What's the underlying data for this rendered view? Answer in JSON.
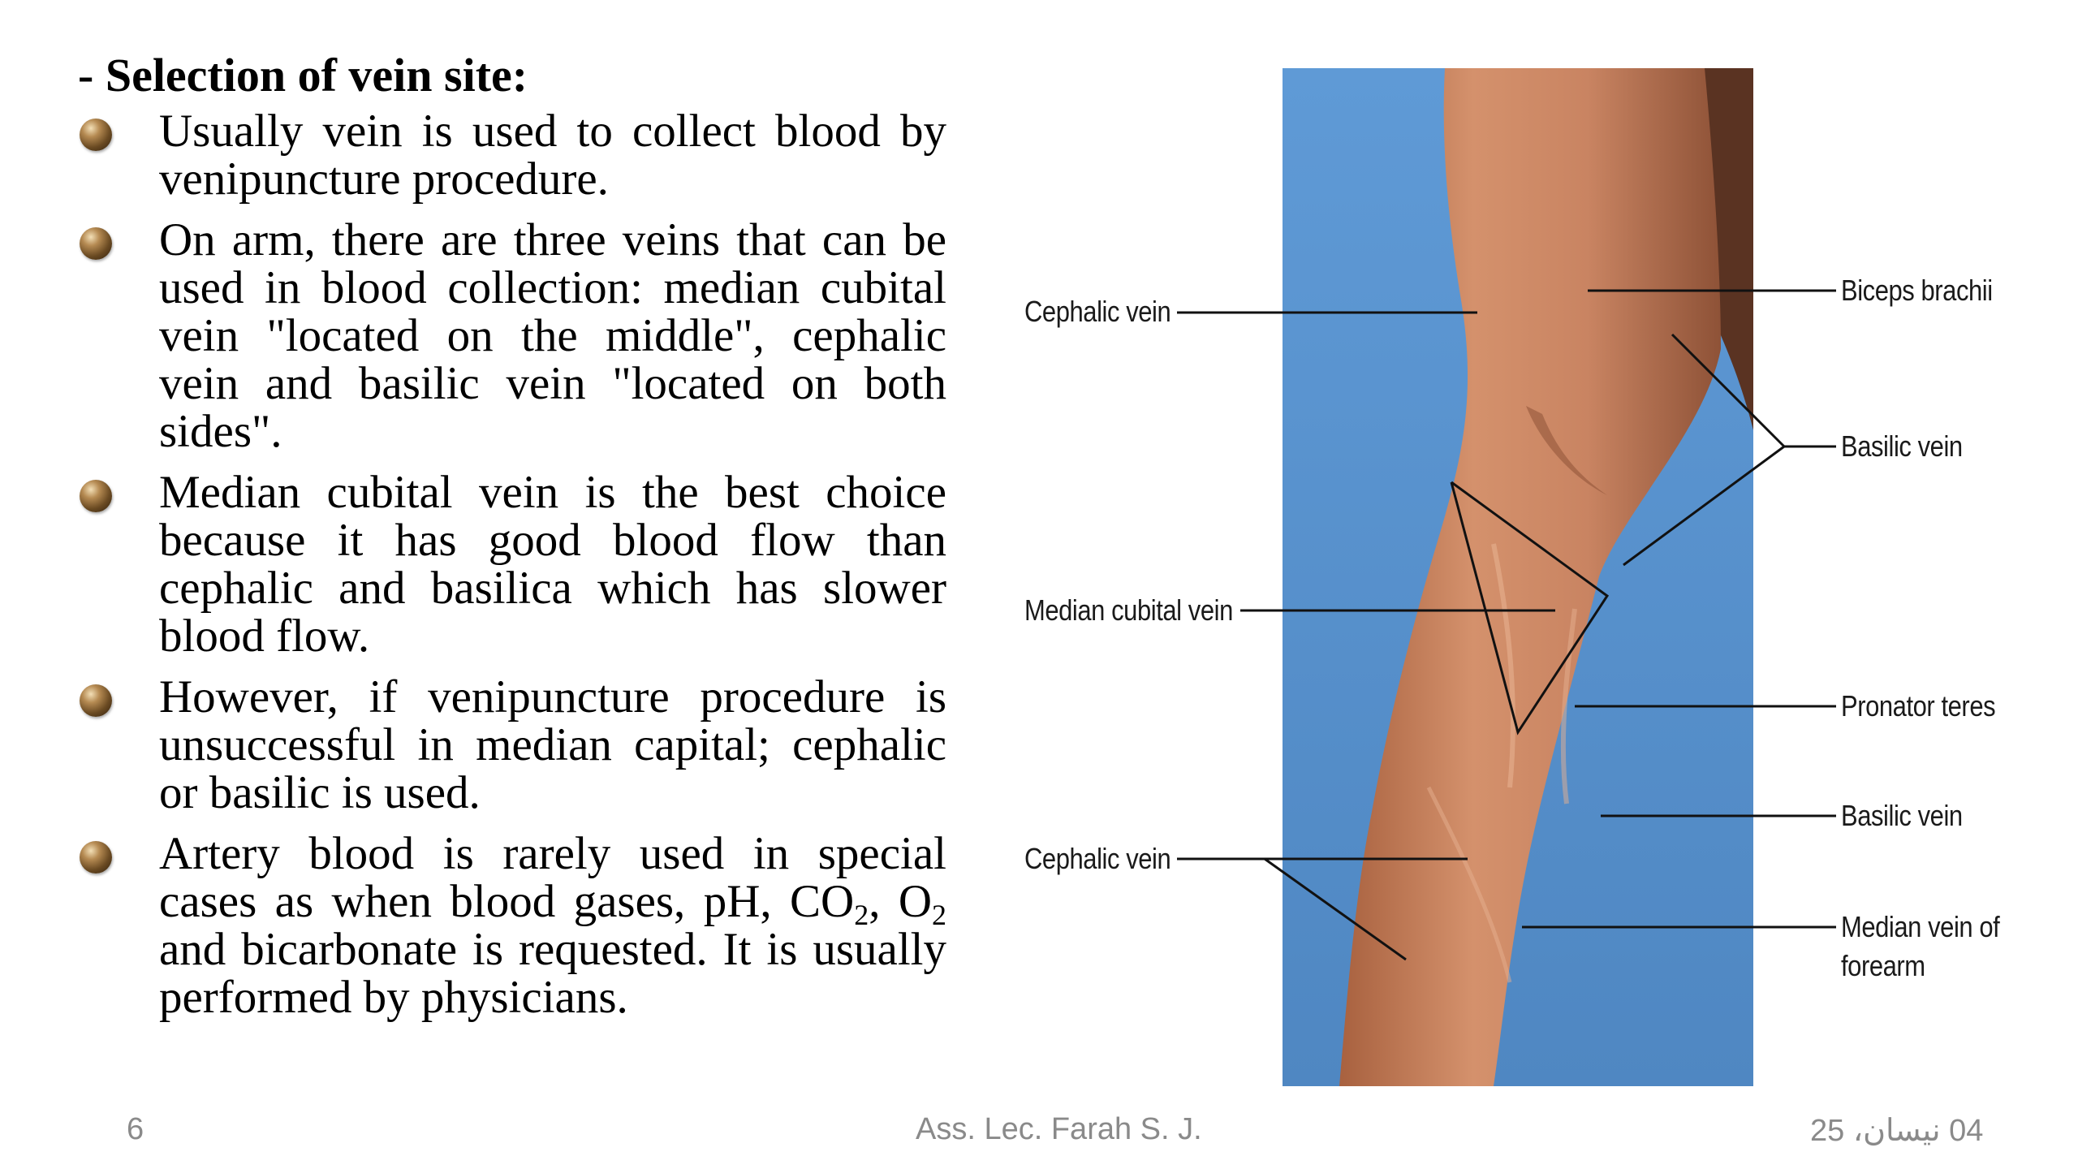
{
  "slide": {
    "heading": "- Selection of vein site:",
    "bullets": [
      {
        "text": "Usually vein is used to collect blood by venipuncture procedure."
      },
      {
        "text": "On arm, there are three veins that can be used in blood collection: median cubital vein \"located on the middle\", cephalic vein and basilic vein \"located on both sides\"."
      },
      {
        "text": "Median cubital vein is the best choice because it has good blood flow than cephalic and basilica which has slower blood flow."
      },
      {
        "text": "However, if venipuncture procedure is unsuccessful in median capital; cephalic or basilic is used."
      },
      {
        "text_before_co2": "Artery blood is rarely used in special cases as when blood gases, pH, CO",
        "co2_subscript": "2",
        "comma": ",",
        "o2_base": "O",
        "o2_subscript": "2",
        "text_after_o2": " and bicarbonate is requested. It is usually performed by physicians."
      }
    ]
  },
  "figure": {
    "labels": {
      "cephalic_vein_upper": "Cephalic vein",
      "median_cubital_vein": "Median cubital vein",
      "cephalic_vein_lower": "Cephalic vein",
      "biceps_brachii": "Biceps brachii",
      "basilic_vein_upper": "Basilic vein",
      "pronator_teres": "Pronator teres",
      "basilic_vein_lower": "Basilic vein",
      "median_vein_of_forearm_line1": "Median vein of",
      "median_vein_of_forearm_line2": "forearm"
    },
    "colors": {
      "background_blue": "#5b95d0",
      "skin": "#c98462",
      "skin_shadow": "#8e5237",
      "line": "#111111"
    }
  },
  "footer": {
    "page_number": "6",
    "author": "Ass. Lec. Farah S. J.",
    "date": "04 نيسان، 25"
  }
}
